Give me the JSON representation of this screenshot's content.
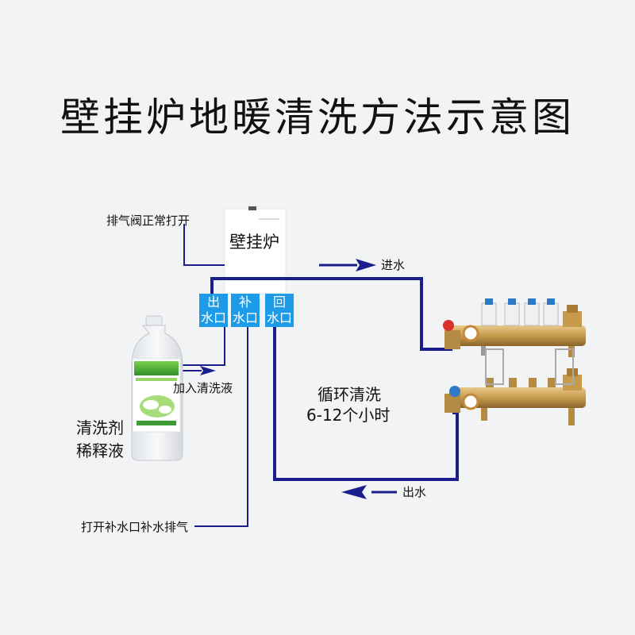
{
  "title": "壁挂炉地暖清洗方法示意图",
  "boiler": {
    "label": "壁挂炉"
  },
  "ports": [
    {
      "line1": "出",
      "line2": "水口"
    },
    {
      "line1": "补",
      "line2": "水口"
    },
    {
      "line1": "回",
      "line2": "水口"
    }
  ],
  "labels": {
    "vent_valve": "排气阀正常打开",
    "water_in": "进水",
    "water_out": "出水",
    "add_cleaner": "加入清洗液",
    "cleaner_line1": "清洗剂",
    "cleaner_line2": "稀释液",
    "cycle_line1": "循环清洗",
    "cycle_line2": "6-12个小时",
    "refill": "打开补水口补水排气"
  },
  "colors": {
    "pipe": "#1a1e8c",
    "port": "#1e9be8",
    "arrow": "#1a1e8c"
  }
}
